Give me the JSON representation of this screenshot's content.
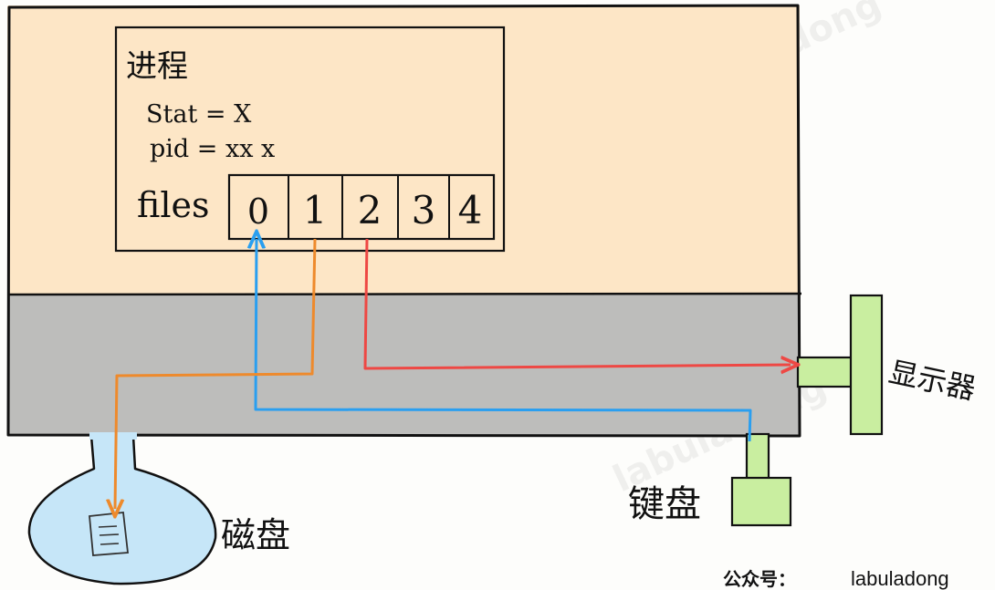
{
  "process": {
    "title": "进程",
    "state_line": "Stat = X",
    "pid_line": "pid = xx x",
    "files_label": "files",
    "fd_slots": [
      "0",
      "1",
      "2",
      "3",
      "4"
    ]
  },
  "devices": {
    "disk_label": "磁盘",
    "keyboard_label": "键盘",
    "monitor_label": "显示器"
  },
  "footer": {
    "account_label": "公众号：",
    "account_name": "labuladong"
  },
  "watermark": "labuladong",
  "colors": {
    "process_space": "#fde6c6",
    "kernel_space": "#bdbdbb",
    "stdin_arrow": "#2a9ff0",
    "stdout_arrow": "#ee8a2c",
    "stderr_arrow": "#ee4844",
    "device_green": "#c9eea0",
    "disk_blue": "#c6e6f8"
  }
}
